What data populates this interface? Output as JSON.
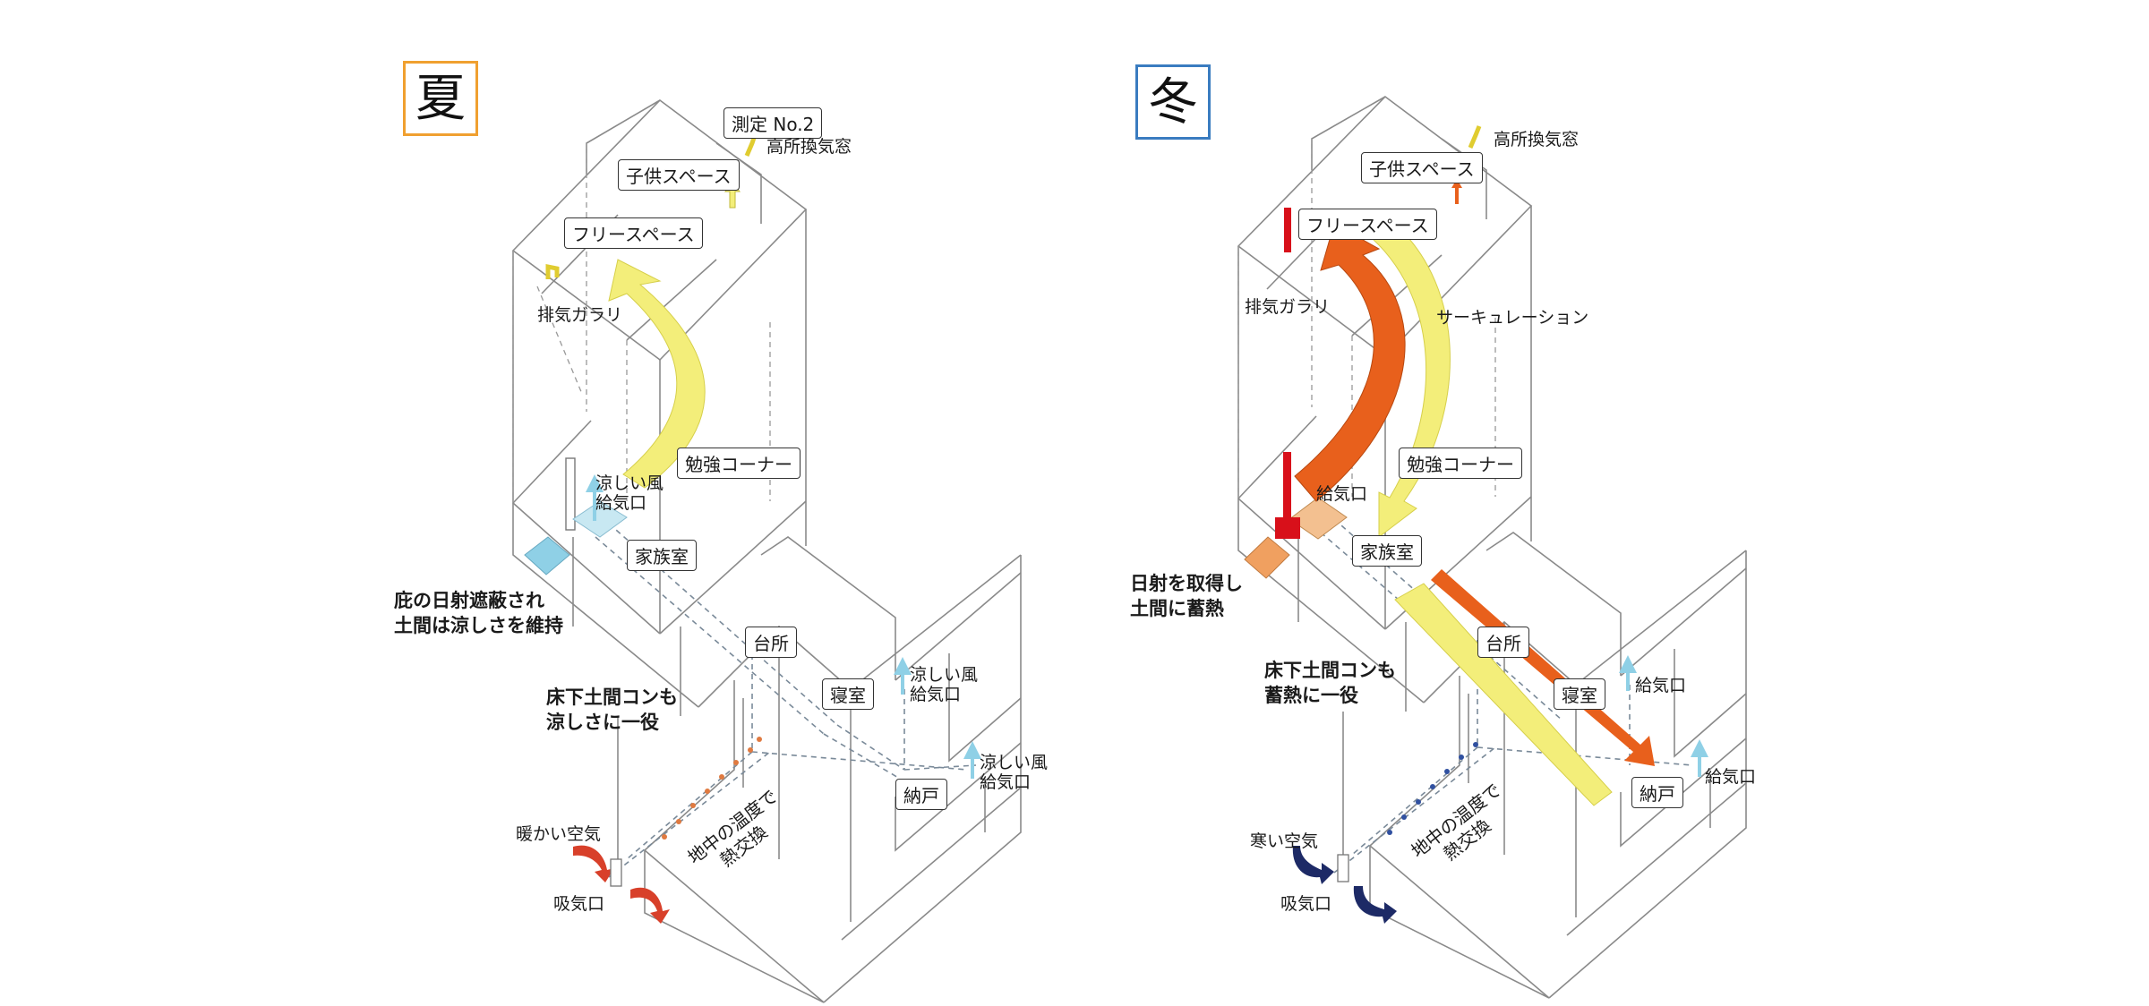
{
  "summer": {
    "title": "夏",
    "measure": "測定 No.2",
    "high_window": "高所換気窓",
    "kids_space": "子供スペース",
    "free_space": "フリースペース",
    "exhaust_louver": "排気ガラリ",
    "study_corner": "勉強コーナー",
    "cool_wind_1": "涼しい風",
    "supply_1": "給気口",
    "family_room": "家族室",
    "eave_note_1": "庇の日射遮蔽され",
    "eave_note_2": "土間は涼しさを維持",
    "kitchen": "台所",
    "bedroom": "寝室",
    "cool_wind_2": "涼しい風",
    "supply_2": "給気口",
    "floor_note_1": "床下土間コンも",
    "floor_note_2": "涼しさに一役",
    "storage": "納戸",
    "cool_wind_3": "涼しい風",
    "supply_3": "給気口",
    "warm_air": "暖かい空気",
    "intake": "吸気口",
    "exchange_1": "地中の温度で",
    "exchange_2": "熱交換"
  },
  "winter": {
    "title": "冬",
    "high_window": "高所換気窓",
    "kids_space": "子供スペース",
    "free_space": "フリースペース",
    "exhaust_louver": "排気ガラリ",
    "circulation": "サーキュレーション",
    "study_corner": "勉強コーナー",
    "supply_1": "給気口",
    "family_room": "家族室",
    "solar_note_1": "日射を取得し",
    "solar_note_2": "土間に蓄熱",
    "kitchen": "台所",
    "bedroom": "寝室",
    "supply_2": "給気口",
    "floor_note_1": "床下土間コンも",
    "floor_note_2": "蓄熱に一役",
    "storage": "納戸",
    "supply_3": "給気口",
    "cold_air": "寒い空気",
    "intake": "吸気口",
    "exchange_1": "地中の温度で",
    "exchange_2": "熱交換"
  },
  "colors": {
    "summer_frame": "#f0a030",
    "winter_frame": "#3a7cc0",
    "yellow_flow": "#f3ee7a",
    "orange_flow": "#e8601c",
    "red_heater": "#d8101a",
    "cool_blue": "#8fd0e6",
    "cold_navy": "#1d2a66",
    "warm_red": "#d8402a",
    "solar_orange": "#f0a060"
  }
}
